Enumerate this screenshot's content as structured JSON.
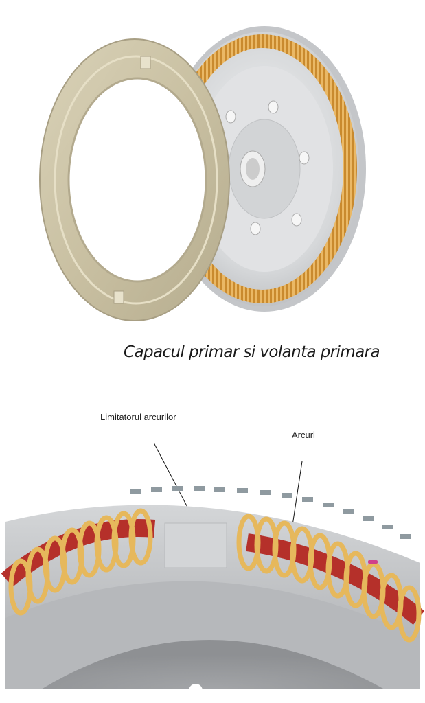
{
  "figure_top": {
    "caption": "Capacul primar si volanta primara",
    "parts": [
      "cover-ring",
      "primary-flywheel"
    ],
    "colors": {
      "cover": "#cfc7ac",
      "flywheel": "#d9dadc",
      "spring": "#d9a24a"
    }
  },
  "figure_bottom": {
    "labels": {
      "limiter": "Limitatorul arcurilor",
      "springs": "Arcuri"
    },
    "colors": {
      "spring": "#e6b85c",
      "spring_inner": "#b5302a",
      "housing": "#bfc1c3",
      "accent": "#d0408a"
    }
  }
}
